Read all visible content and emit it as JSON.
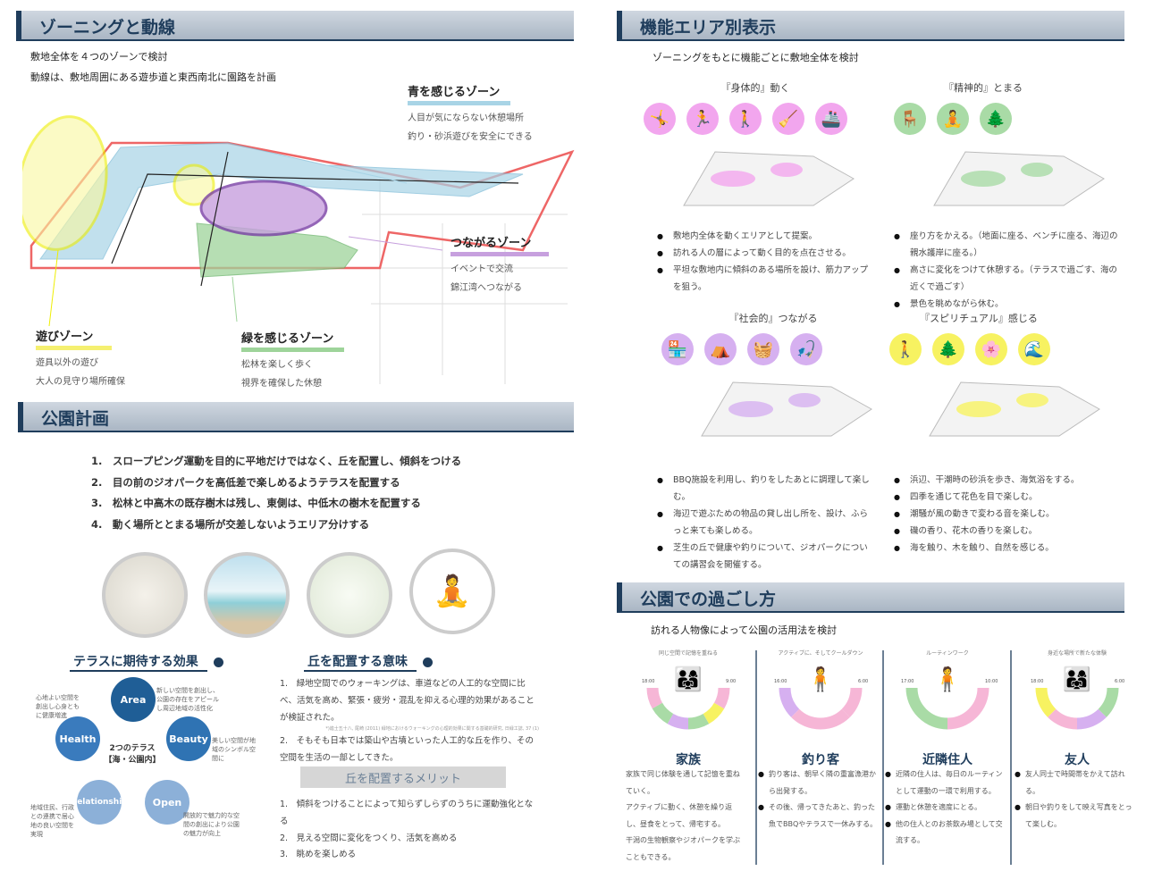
{
  "zoning": {
    "title": "ゾーニングと動線",
    "lines": [
      "敷地全体を４つのゾーンで検討",
      "動線は、敷地周囲にある遊歩道と東西南北に園路を計画"
    ],
    "zones": [
      {
        "title": "青を感じるゾーン",
        "color": "#a8d4e6",
        "desc": [
          "人目が気にならない休憩場所",
          "釣り・砂浜遊びを安全にできる"
        ]
      },
      {
        "title": "つながるゾーン",
        "color": "#c7a0de",
        "desc": [
          "イベントで交流",
          "錦江湾へつながる"
        ]
      },
      {
        "title": "遊びゾーン",
        "color": "#f5f070",
        "desc": [
          "遊具以外の遊び",
          "大人の見守り場所確保"
        ]
      },
      {
        "title": "緑を感じるゾーン",
        "color": "#9ed49a",
        "desc": [
          "松林を楽しく歩く",
          "視界を確保した休憩"
        ]
      }
    ]
  },
  "plan": {
    "title": "公園計画",
    "items": [
      "1.　スロープピング運動を目的に平地だけではなく、丘を配置し、傾斜をつける",
      "2.　目の前のジオパークを高低差で楽しめるようテラスを配置する",
      "3.　松林と中高木の既存樹木は残し、東側は、中低木の樹木を配置する",
      "4.　動く場所ととまる場所が交差しないようエリア分けする"
    ]
  },
  "terrace": {
    "title": "テラスに期待する効果",
    "center": "2つのテラス\n【海・公園内】",
    "nodes": [
      {
        "label": "Area",
        "note": "新しい空間を創出し、公園の存在をアピールし周辺地域の活性化"
      },
      {
        "label": "Beauty",
        "note": "美しい空間が地域のシンボル空間に"
      },
      {
        "label": "Open",
        "note": "開放的で魅力的な空間の創出により公園の魅力が向上"
      },
      {
        "label": "Relationship",
        "note": "地域住民、行政との連携で居心地の良い空間を実現"
      },
      {
        "label": "Health",
        "note": "心地よい空間を創出し心身ともに健康増進"
      }
    ]
  },
  "hill": {
    "title": "丘を配置する意味",
    "items": [
      "1.　緑地空間でのウォーキングは、車道などの人工的な空間に比べ、活気を高め、緊張・疲労・混乱を抑える心理的効果があることが検証された。",
      "2.　そもそも日本では築山や古墳といった人工的な丘を作り、その空間を生活の一部としてきた。"
    ],
    "note": "*)進士五十八, 尾崎 (2011) 緑地におけるウォーキングの心理的効果に関する基礎的研究, 日緑工誌, 37 (1)",
    "merit_title": "丘を配置するメリット",
    "merits": [
      "1.　傾斜をつけることによって知らずしらずのうちに運動強化となる",
      "2.　見える空間に変化をつくり、活気を高める",
      "3.　眺めを楽しめる"
    ]
  },
  "areas": {
    "title": "機能エリア別表示",
    "lead": "ゾーニングをもとに機能ごとに敷地全体を検討",
    "panels": [
      {
        "title": "『身体的』動く",
        "color": "#f2a6ee",
        "bullets": [
          "敷地内全体を動くエリアとして提案。",
          "訪れる人の層によって動く目的を点在させる。",
          "平坦な敷地内に傾斜のある場所を設け、筋力アップを狙う。"
        ]
      },
      {
        "title": "『精神的』とまる",
        "color": "#a9dba6",
        "bullets": [
          "座り方をかえる。（地面に座る、ベンチに座る、海辺の親水護岸に座る。）",
          "高さに変化をつけて休憩する。（テラスで過ごす、海の近くで過ごす）",
          "景色を眺めながら休む。"
        ]
      },
      {
        "title": "『社会的』つながる",
        "color": "#d6b0f0",
        "bullets": [
          "BBQ施設を利用し、釣りをしたあとに調理して楽しむ。",
          "海辺で遊ぶための物品の貸し出し所を、設け、ふらっと来ても楽しめる。",
          "芝生の丘で健康や釣りについて、ジオパークについての講習会を開催する。"
        ]
      },
      {
        "title": "『スピリチュアル』感じる",
        "color": "#f7f261",
        "bullets": [
          "浜辺、干潮時の砂浜を歩き、海気浴をする。",
          "四季を通じて花色を目で楽しむ。",
          "潮騒が風の動きで変わる音を楽しむ。",
          "磯の香り、花木の香りを楽しむ。",
          "海を触り、木を触り、自然を感じる。"
        ]
      }
    ]
  },
  "stay": {
    "title": "公園での過ごし方",
    "lead": "訪れる人物像によって公園の活用法を検討",
    "personas": [
      {
        "caption": "同じ空間で記憶を重ねる",
        "name": "家族",
        "t1": "18:00",
        "t2": "9:00",
        "desc": [
          "家族で同じ体験を通して記憶を重ねていく。",
          "アクティブに動く、休憩を繰り返し、昼食をとって、帰宅する。",
          "干潟の生物観察やジオパークを学ぶこともできる。"
        ]
      },
      {
        "caption": "アクティブに、そしてクールダウン",
        "name": "釣り客",
        "t1": "16:00",
        "t2": "6:00",
        "desc": [
          "釣り客は、朝早く隣の重富漁港から出発する。",
          "その後、帰ってきたあと、釣った魚でBBQやテラスで一休みする。"
        ]
      },
      {
        "caption": "ルーティンワーク",
        "name": "近隣住人",
        "t1": "17:00",
        "t2": "10:00",
        "desc": [
          "近隣の住人は、毎日のルーティンとして運動の一環で利用する。",
          "運動と休憩を適度にとる。",
          "他の住人とのお茶飲み場として交流する。"
        ]
      },
      {
        "caption": "身近な場所で新たな体験",
        "name": "友人",
        "t1": "18:00",
        "t2": "6:00",
        "desc": [
          "友人同士で時間帯をかえて訪れる。",
          "朝日や釣りをして映え写真をとって楽しむ。"
        ]
      }
    ]
  }
}
